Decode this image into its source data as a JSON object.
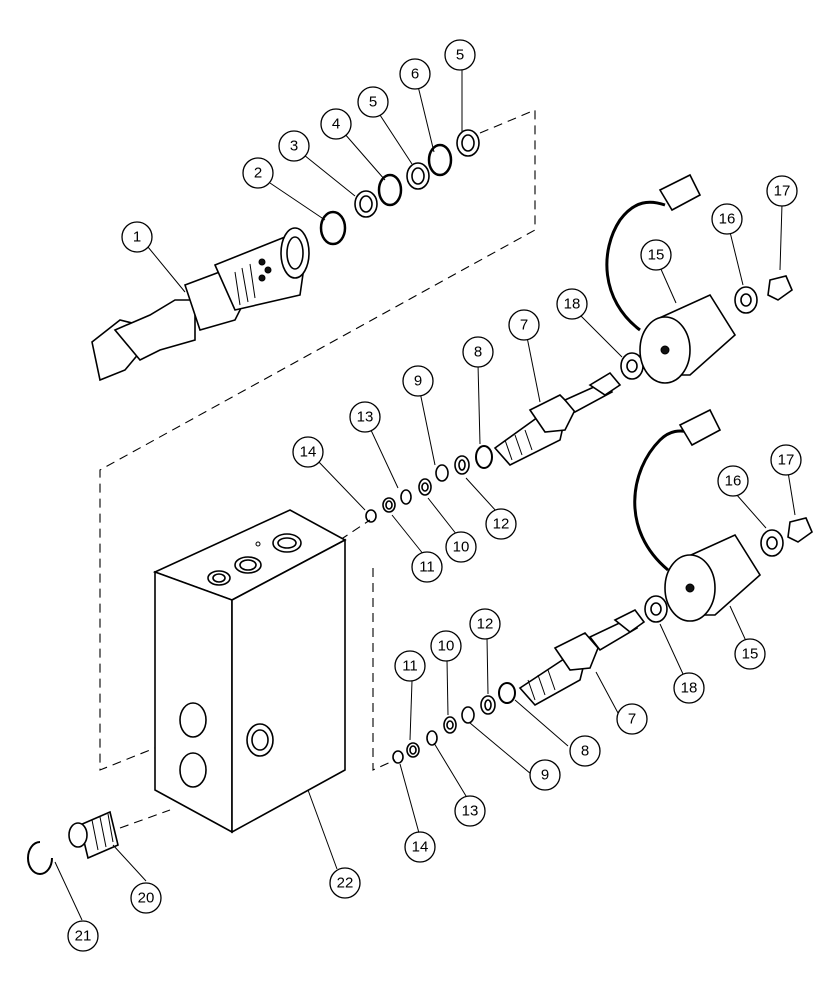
{
  "diagram": {
    "type": "exploded parts view",
    "callouts": [
      {
        "id": "c1",
        "label": "1"
      },
      {
        "id": "c2",
        "label": "2"
      },
      {
        "id": "c3",
        "label": "3"
      },
      {
        "id": "c4",
        "label": "4"
      },
      {
        "id": "c5a",
        "label": "5"
      },
      {
        "id": "c6",
        "label": "6"
      },
      {
        "id": "c5b",
        "label": "5"
      },
      {
        "id": "c7a",
        "label": "7"
      },
      {
        "id": "c8a",
        "label": "8"
      },
      {
        "id": "c9a",
        "label": "9"
      },
      {
        "id": "c13a",
        "label": "13"
      },
      {
        "id": "c14a",
        "label": "14"
      },
      {
        "id": "c11a",
        "label": "11"
      },
      {
        "id": "c10a",
        "label": "10"
      },
      {
        "id": "c12a",
        "label": "12"
      },
      {
        "id": "c18a",
        "label": "18"
      },
      {
        "id": "c15a",
        "label": "15"
      },
      {
        "id": "c16a",
        "label": "16"
      },
      {
        "id": "c17a",
        "label": "17"
      },
      {
        "id": "c16b",
        "label": "16"
      },
      {
        "id": "c17b",
        "label": "17"
      },
      {
        "id": "c15b",
        "label": "15"
      },
      {
        "id": "c18b",
        "label": "18"
      },
      {
        "id": "c12b",
        "label": "12"
      },
      {
        "id": "c10b",
        "label": "10"
      },
      {
        "id": "c11b",
        "label": "11"
      },
      {
        "id": "c7b",
        "label": "7"
      },
      {
        "id": "c8b",
        "label": "8"
      },
      {
        "id": "c9b",
        "label": "9"
      },
      {
        "id": "c13b",
        "label": "13"
      },
      {
        "id": "c14b",
        "label": "14"
      },
      {
        "id": "c22",
        "label": "22"
      },
      {
        "id": "c20",
        "label": "20"
      },
      {
        "id": "c21",
        "label": "21"
      }
    ]
  }
}
